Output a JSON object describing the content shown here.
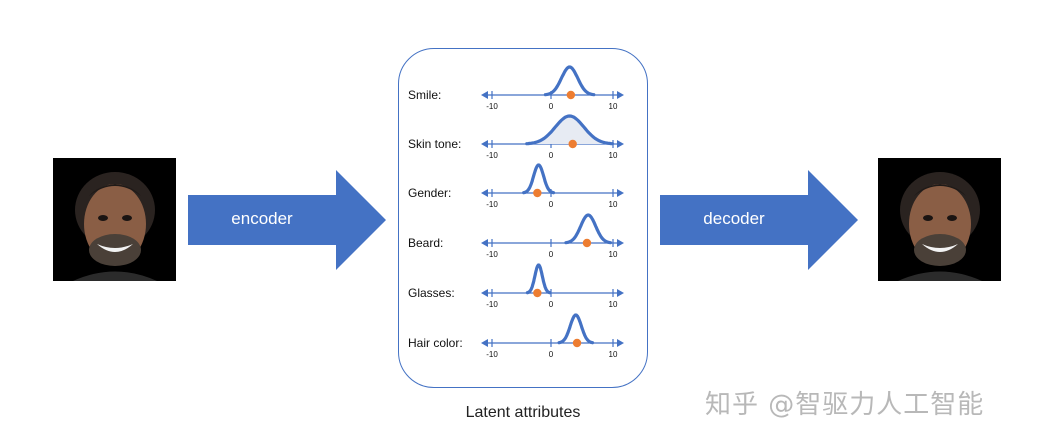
{
  "encoder_label": "encoder",
  "decoder_label": "decoder",
  "latent_caption": "Latent attributes",
  "watermark": "知乎 @智驱力人工智能",
  "axis_ticks": [
    "-10",
    "0",
    "10"
  ],
  "colors": {
    "arrow": "#4472c4",
    "curve": "#4472c4",
    "marker": "#ed7d31",
    "face_bg": "#000000"
  },
  "attributes": [
    {
      "label": "Smile:",
      "mean": 3,
      "sd": 1.3,
      "marker": 3.2
    },
    {
      "label": "Skin tone:",
      "mean": 3,
      "sd": 2.3,
      "marker": 3.5
    },
    {
      "label": "Gender:",
      "mean": -2,
      "sd": 0.8,
      "marker": -2.2
    },
    {
      "label": "Beard:",
      "mean": 6,
      "sd": 1.2,
      "marker": 5.8
    },
    {
      "label": "Glasses:",
      "mean": -2,
      "sd": 0.6,
      "marker": -2.2
    },
    {
      "label": "Hair color:",
      "mean": 4,
      "sd": 0.9,
      "marker": 4.2
    }
  ]
}
